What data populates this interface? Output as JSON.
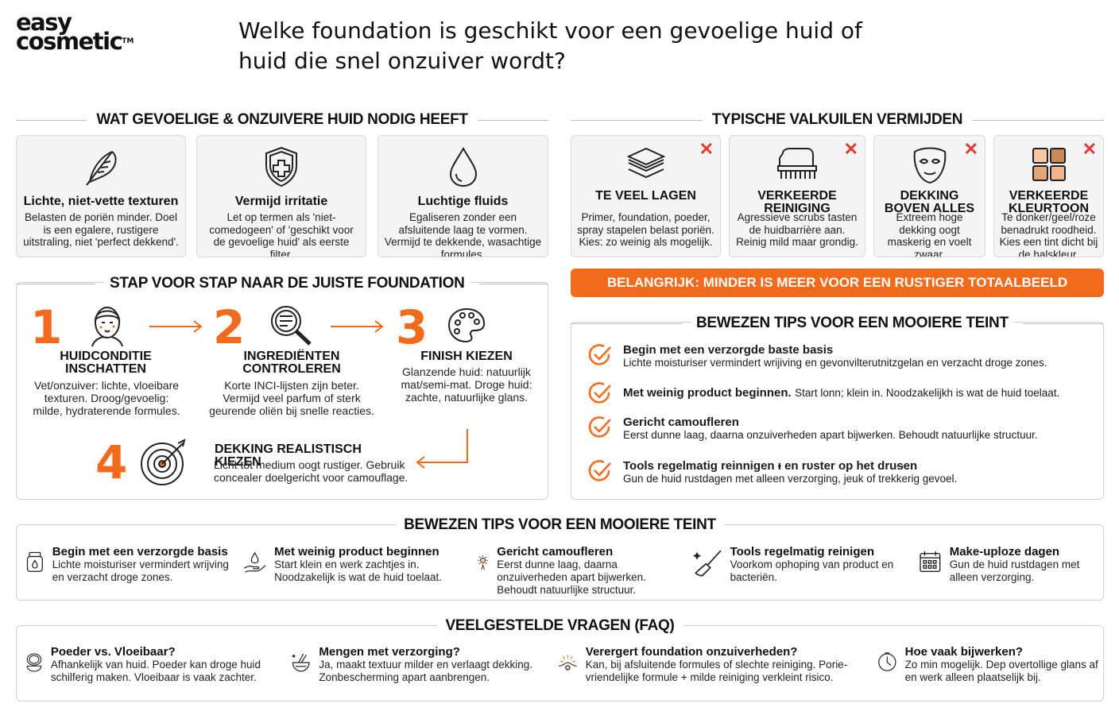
{
  "logo": {
    "line1": "easy",
    "line2": "cosmetic",
    "tm": "TM"
  },
  "title": {
    "line1": "Welke foundation is geschikt voor een gevoelige huid of",
    "line2": "huid die snel onzuiver wordt?"
  },
  "needs": {
    "heading": "WAT GEVOELIGE & ONZUIVERE HUID NODIG HEEFT",
    "cards": [
      {
        "icon": "feather-icon",
        "title": "Lichte, niet-vette texturen",
        "body": "Belasten de poriën minder. Doel is een egalere, rustigere uitstraling, niet 'perfect dekkend'."
      },
      {
        "icon": "shield-plus-icon",
        "title": "Vermijd irritatie",
        "body": "Let op termen als 'niet-comedogeen' of 'geschikt voor de gevoelige huid' als eerste filter."
      },
      {
        "icon": "drop-icon",
        "title": "Luchtige fluids",
        "body": "Egaliseren zonder een afsluitende laag te vormen. Vermijd te dekkende, wasachtige formules."
      }
    ]
  },
  "pitfalls": {
    "heading": "TYPISCHE VALKUILEN VERMIJDEN",
    "x": "✕",
    "cards": [
      {
        "icon": "layers-icon",
        "title": "TE VEEL LAGEN",
        "body": "Primer, foundation, poeder, spray stapelen belast poriën. Kies: zo weinig als mogelijk."
      },
      {
        "icon": "scrub-brush-icon",
        "title": "VERKEERDE REINIGING",
        "body": "Agressieve scrubs tasten de huidbarrière aan. Reinig mild maar grondig."
      },
      {
        "icon": "mask-icon",
        "title": "DEKKING BOVEN ALLES",
        "body": "Extreem hoge dekking oogt maskerig en voelt zwaar."
      },
      {
        "icon": "swatch-icon",
        "title": "VERKEERDE KLEURTOON",
        "body": "Te donker/geel/roze benadrukt roodheid. Kies een tint dicht bij de halskleur."
      }
    ]
  },
  "banner": "BELANGRIJK: MINDER IS MEER VOOR EEN RUSTIGER TOTAALBEELD",
  "steps": {
    "heading": "STAP VOOR STAP NAAR DE JUISTE FOUNDATION",
    "items": [
      {
        "num": "1",
        "icon": "face-icon",
        "title": "HUIDCONDITIE INSCHATTEN",
        "body": "Vet/onzuiver: lichte, vloeibare texturen. Droog/gevoelig: milde, hydraterende formules."
      },
      {
        "num": "2",
        "icon": "magnifier-icon",
        "title": "INGREDIËNTEN CONTROLEREN",
        "body": "Korte INCI-lijsten zijn beter. Vermijd veel parfum of sterk geurende oliën bij snelle reacties."
      },
      {
        "num": "3",
        "icon": "palette-icon",
        "title": "FINISH KIEZEN",
        "body": "Glanzende huid: natuurlijk mat/semi-mat. Droge huid: zachte, natuurlijke glans."
      },
      {
        "num": "4",
        "icon": "target-icon",
        "title": "DEKKING REALISTISCH KIEZEN",
        "body": "Licht tot medium oogt rustiger. Gebruik concealer doelgericht voor camouflage."
      }
    ]
  },
  "tips_right": {
    "heading": "BEWEZEN TIPS VOOR EEN MOOIERE TEINT",
    "items": [
      {
        "title": "Begin met een verzorgde baste basis",
        "body": "Lichte moisturiser vermindert wrijiving en gevonvilterutnitzgelan en verzacht droge zones.",
        "inline": false
      },
      {
        "title": "Met weinig product beginnen.",
        "body": "Start lonn; klein in. Noodzakelijkh is wat de huid toelaat.",
        "inline": true
      },
      {
        "title": "Gericht camoufleren",
        "body": "Eerst dunne laag, daarna onzuiverheden apart bijwerken. Behoudt natuurlijke structuur.",
        "inline": false
      },
      {
        "title": "Tools regelmatig reinnigen ᵻ en rᴜster op het druᵴen",
        "body": "Gun de huid rustdagen met alleen verzorging, jeuk of trekkerig gevoel.",
        "inline": false
      }
    ]
  },
  "tips_bottom": {
    "heading": "BEWEZEN TIPS VOOR EEN MOOIERE TEINT",
    "items": [
      {
        "icon": "cream-jar-icon",
        "title": "Begin met een verzorgde basis",
        "body": "Lichte moisturiser vermindert wrijving en verzacht droge zones."
      },
      {
        "icon": "drop-hand-icon",
        "title": "Met weinig product beginnen",
        "body": "Start klein en werk zachtjes in. Noodzakelijk is wat de huid toelaat."
      },
      {
        "icon": "camouflage-icon",
        "title": "Gericht camoufleren",
        "body": "Eerst dunne laag, daarna onzuiverheden apart bijwerken. Behoudt natuurlijke structuur."
      },
      {
        "icon": "brush-icon",
        "title": "Tools regelmatig reinigen",
        "body": "Voorkom ophoping van product en bacteriën."
      },
      {
        "icon": "calendar-icon",
        "title": "Make-uploze dagen",
        "body": "Gun de huid rustdagen met alleen verzorging."
      }
    ]
  },
  "faq": {
    "heading": "VEELGESTELDE VRAGEN (FAQ)",
    "items": [
      {
        "icon": "compact-icon",
        "title": "Poeder vs. Vloeibaar?",
        "body": "Afhankelijk van huid. Poeder kan droge huid schilferig maken. Vloeibaar is vaak zachter."
      },
      {
        "icon": "mixing-bowl-icon",
        "title": "Mengen met verzorging?",
        "body": "Ja, maakt textuur milder en verlaagt dekking. Zonbescherming apart aanbrengen."
      },
      {
        "icon": "pore-icon",
        "title": "Verergert foundation onzuiverheden?",
        "body": "Kan, bij afsluitende formules of slechte reiniging. Porie-vriendelijke formule + milde reiniging verkleint risico."
      },
      {
        "icon": "clock-icon",
        "title": "Hoe vaak bijwerken?",
        "body": "Zo min mogelijk. Dep overtollige glans af en werk alleen plaatselijk bij."
      }
    ]
  },
  "colors": {
    "accent": "#f26a1b",
    "error": "#e03a2f",
    "card_bg": "#f4f4f4",
    "text": "#1b1b1b"
  }
}
